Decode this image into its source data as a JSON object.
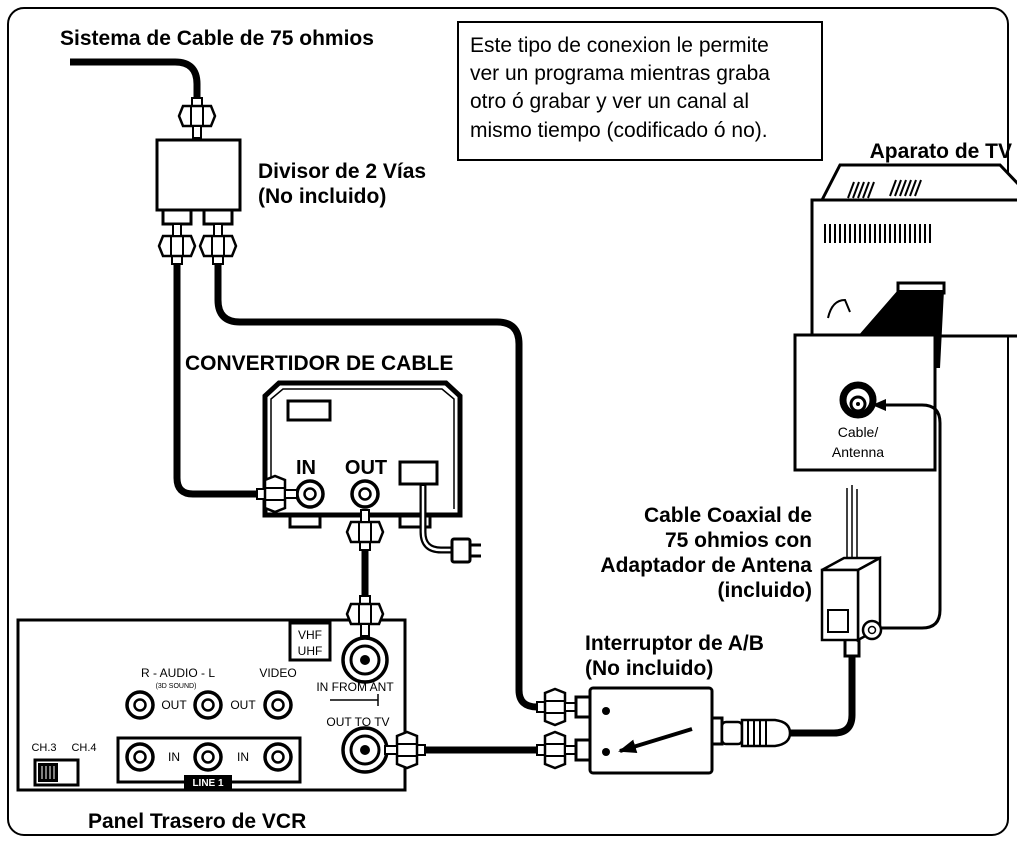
{
  "labels": {
    "cable_system": "Sistema de Cable de 75 ohmios",
    "note_lines": [
      "Este tipo de conexion le permite",
      "ver un programa mientras graba",
      "otro ó grabar y ver un canal al",
      "mismo tiempo (codificado ó no)."
    ],
    "tv_title": "Aparato de TV",
    "splitter_lines": [
      "Divisor de 2 Vías",
      "(No incluido)"
    ],
    "converter_title": "CONVERTIDOR DE CABLE",
    "tv_jack_lines": [
      "Cable/",
      "Antenna"
    ],
    "coax_lines": [
      "Cable Coaxial de",
      "75 ohmios con",
      "Adaptador de Antena",
      "(incluido)"
    ],
    "ab_switch_lines": [
      "Interruptor de A/B",
      "(No incluido)"
    ],
    "vcr_title": "Panel Trasero de VCR"
  },
  "converter": {
    "in_label": "IN",
    "out_label": "OUT"
  },
  "vcr": {
    "vhf": "VHF",
    "uhf": "UHF",
    "in_from_ant": "IN FROM ANT",
    "out_to_tv": "OUT TO TV",
    "audio": "R - AUDIO - L",
    "sound_mode": "(3D SOUND)",
    "video": "VIDEO",
    "out_labels": [
      "OUT",
      "OUT"
    ],
    "in_labels": [
      "IN",
      "IN"
    ],
    "ch3": "CH.3",
    "ch4": "CH.4",
    "line1": "LINE 1"
  },
  "colors": {
    "ink": "#000000",
    "paper": "#ffffff"
  }
}
